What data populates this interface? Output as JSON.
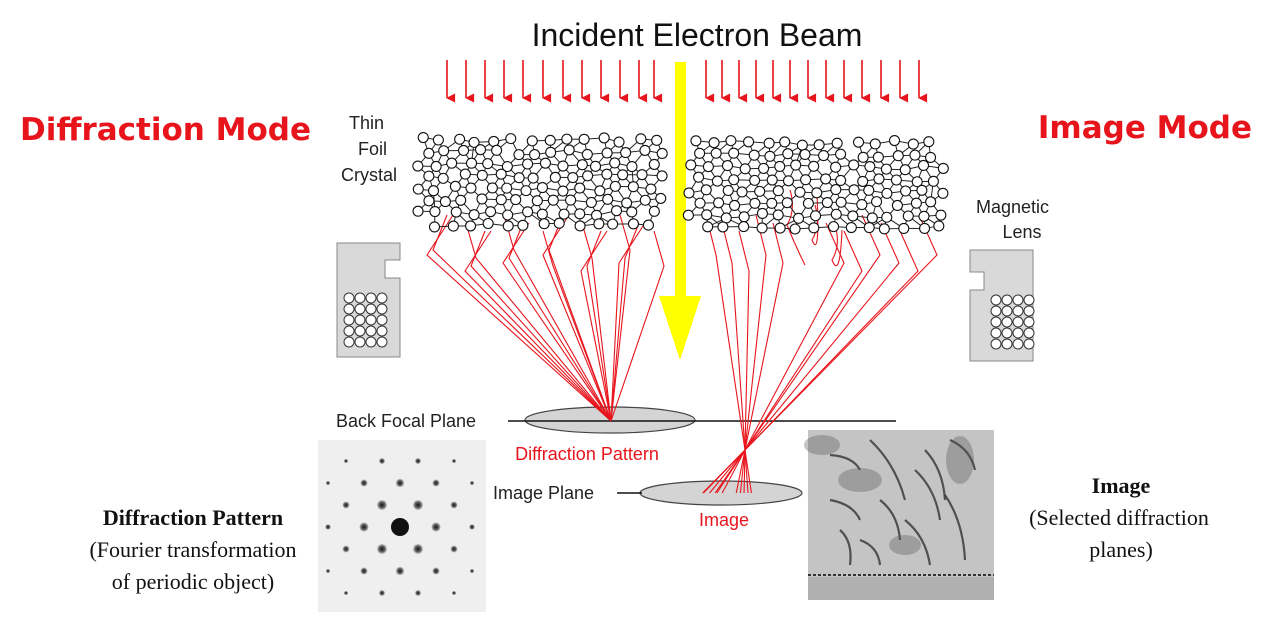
{
  "title": "Incident Electron Beam",
  "modes": {
    "left": "Diffraction Mode",
    "right": "Image Mode"
  },
  "labels": {
    "crystal": [
      "Thin",
      "Foil",
      "Crystal"
    ],
    "lens": [
      "Magnetic",
      "Lens"
    ],
    "back_focal_plane": "Back Focal Plane",
    "diffraction_pattern_red": "Diffraction Pattern",
    "image_plane": "Image Plane",
    "image_red": "Image"
  },
  "captions": {
    "left": {
      "title": "Diffraction Pattern",
      "lines": [
        "(Fourier transformation",
        "of periodic object)"
      ]
    },
    "right": {
      "title": "Image",
      "lines": [
        "(Selected diffraction",
        "planes)"
      ]
    }
  },
  "colors": {
    "beam": "#e8141c",
    "mode_text": "#e8141c",
    "axis_arrow": "#ffff00",
    "lens_fill": "#d9d9d9",
    "ellipse_fill": "#d4d4d4",
    "pattern_bg": "#efefef",
    "micrograph_bg": "#c4c4c4"
  },
  "icons": [
    "magnetic-lens-left-icon",
    "magnetic-lens-right-icon",
    "yellow-axis-arrow-icon"
  ]
}
